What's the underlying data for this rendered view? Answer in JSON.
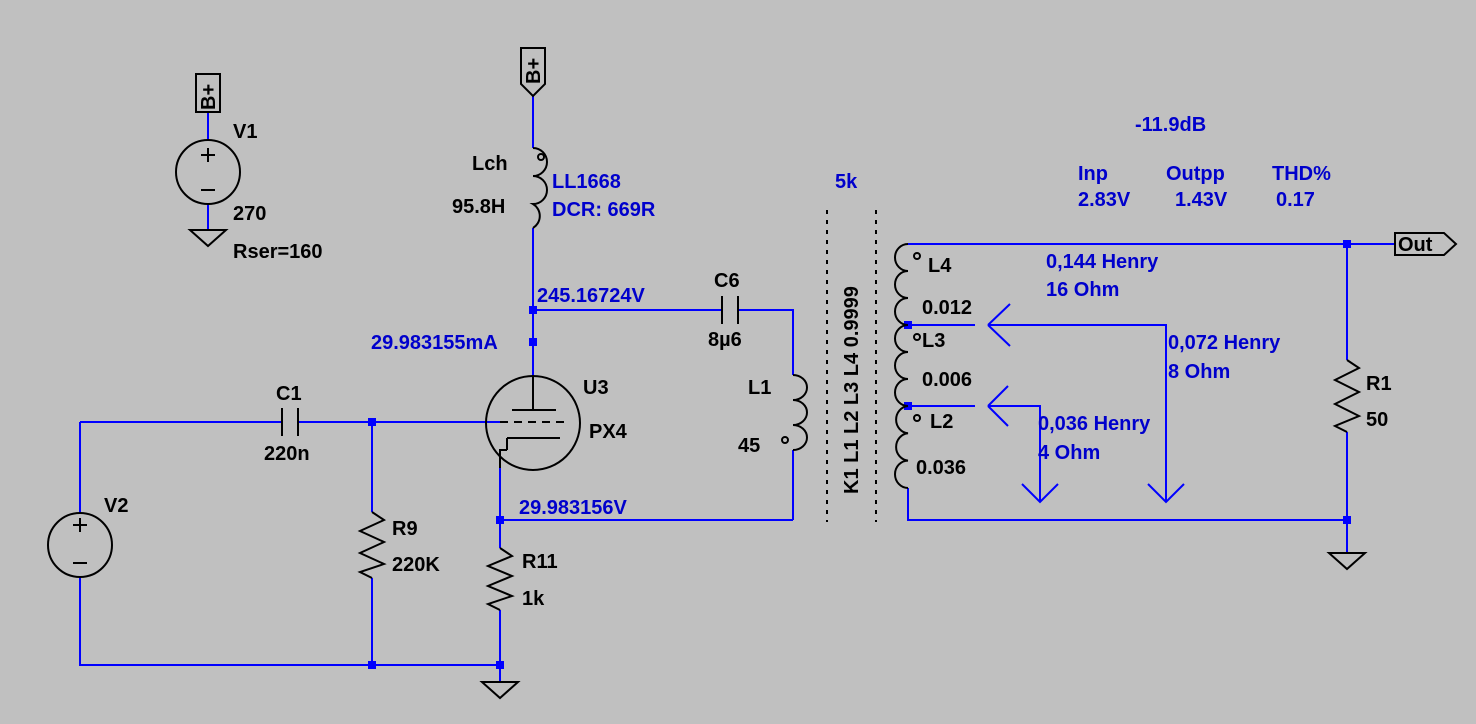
{
  "v1": {
    "name": "V1",
    "value": "270",
    "rser": "Rser=160",
    "flag": "B+"
  },
  "bplus_top": "B+",
  "lch": {
    "name": "Lch",
    "value": "95.8H",
    "model": "LL1668",
    "dcr": "DCR: 669R"
  },
  "node_plate_v": "245.16724V",
  "plate_current": "29.983155mA",
  "node_cathode_v": "29.983156V",
  "c6": {
    "name": "C6",
    "value": "8µ6"
  },
  "l1": {
    "name": "L1",
    "value": "45"
  },
  "u3": {
    "name": "U3",
    "value": "PX4"
  },
  "c1": {
    "name": "C1",
    "value": "220n"
  },
  "v2": {
    "name": "V2"
  },
  "r9": {
    "name": "R9",
    "value": "220K"
  },
  "r11": {
    "name": "R11",
    "value": "1k"
  },
  "transformer": {
    "impedance": "5k",
    "coupling": "K1 L1 L2 L3 L4 0.9999",
    "l4": {
      "name": "L4",
      "value": "0.012"
    },
    "l3": {
      "name": "L3",
      "value": "0.006"
    },
    "l2": {
      "name": "L2",
      "value": "0.036"
    }
  },
  "notes": {
    "n16": {
      "henry": "0,144 Henry",
      "ohm": "16 Ohm"
    },
    "n8": {
      "henry": "0,072 Henry",
      "ohm": "8 Ohm"
    },
    "n4": {
      "henry": "0,036 Henry",
      "ohm": "4 Ohm"
    }
  },
  "measure": {
    "db": "-11.9dB",
    "inp_label": "Inp",
    "inp_value": "2.83V",
    "outpp_label": "Outpp",
    "outpp_value": "1.43V",
    "thd_label": "THD%",
    "thd_value": "0.17"
  },
  "r1": {
    "name": "R1",
    "value": "50"
  },
  "out_label": "Out"
}
